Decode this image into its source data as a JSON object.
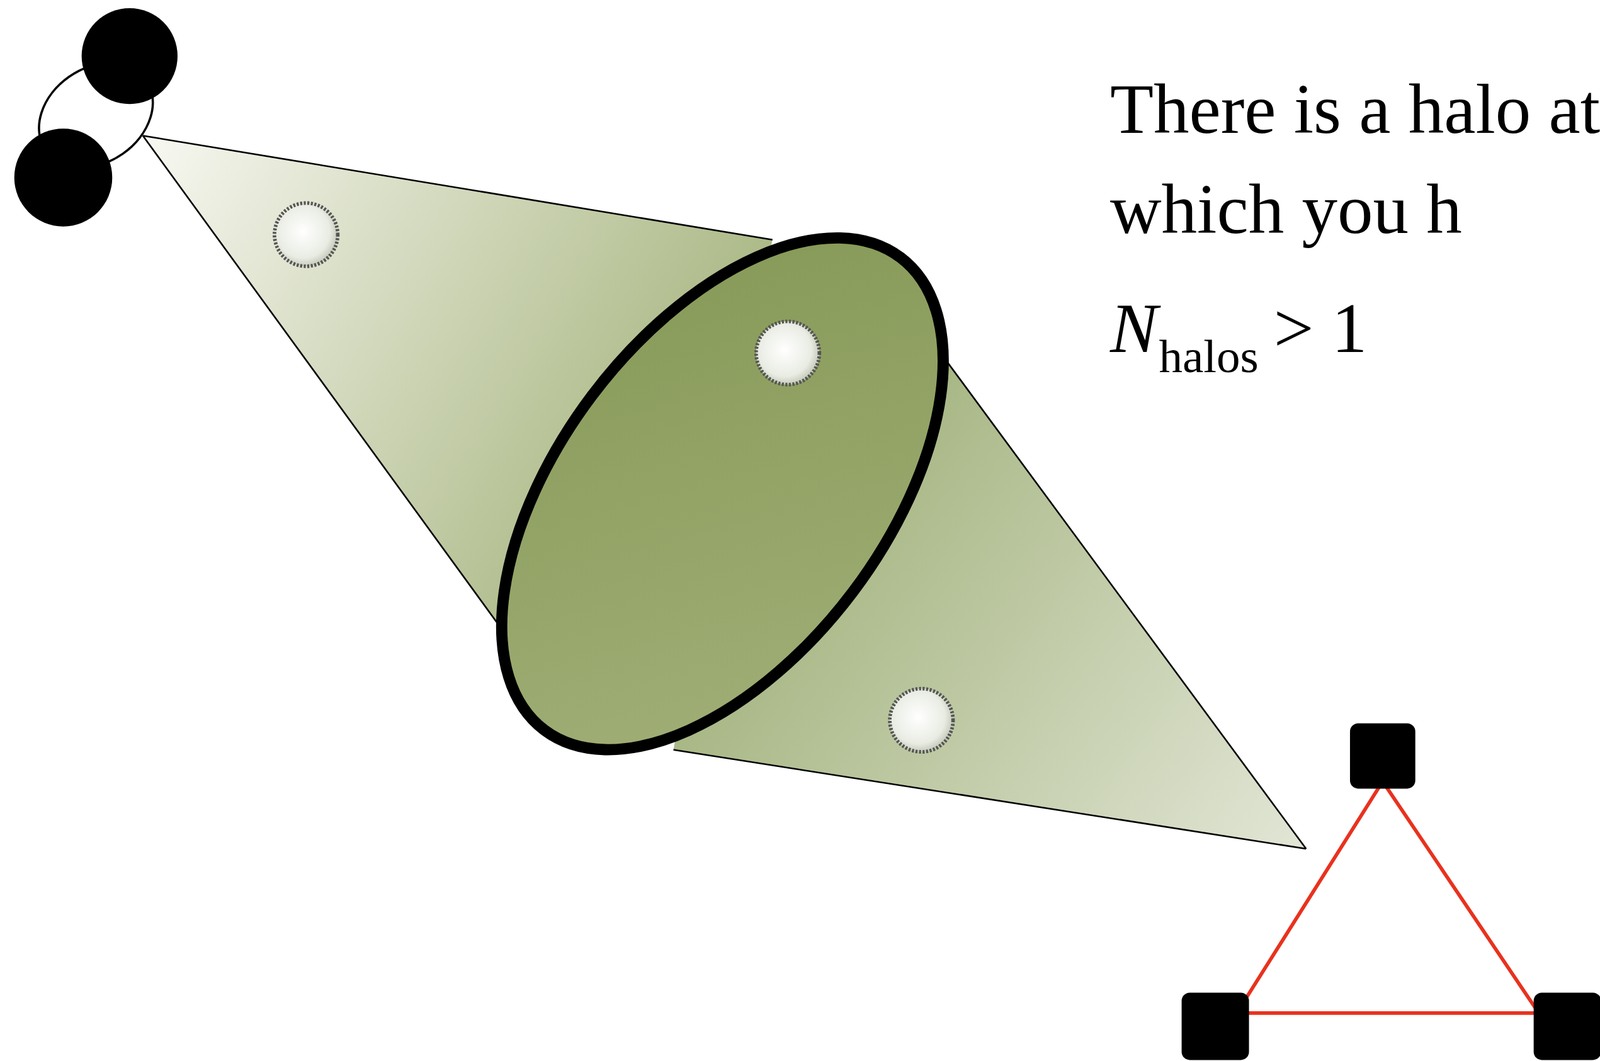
{
  "diagram": {
    "labels": [
      "There is a halo at which you h",
      "N",
      "halos",
      "> 1"
    ]
  }
}
